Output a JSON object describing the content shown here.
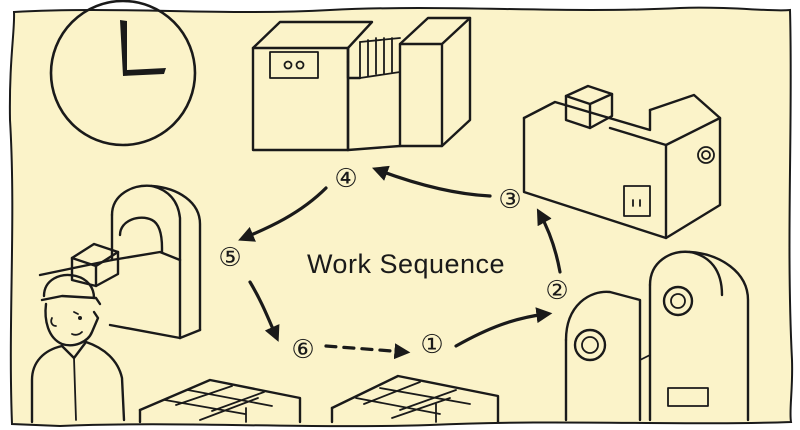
{
  "title": "Work Sequence",
  "steps": [
    "④",
    "③",
    "⑤",
    "②",
    "⑥",
    "①"
  ],
  "colors": {
    "paper": "#fbf3c9",
    "ink": "#1a1a1a",
    "frame": "#ffffff"
  },
  "icons": [
    "clock-icon",
    "operator-icon",
    "pallet-icon",
    "machine-icon"
  ]
}
